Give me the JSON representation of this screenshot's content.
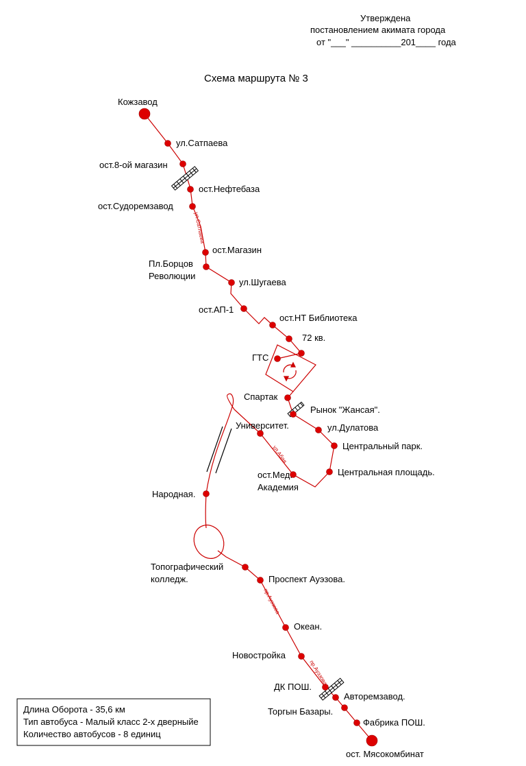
{
  "approval": {
    "line1": "Утверждена",
    "line2": "постановлением акимата города",
    "line3": "от  \"___\" __________201____ года"
  },
  "title": "Схема маршрута № 3",
  "colors": {
    "route": "#cc0000",
    "stop": "#dd0000",
    "rail": "#000000",
    "text": "#000000"
  },
  "stops": {
    "kozhzavod": "Кожзавод",
    "satpaeva": "ул.Сатпаева",
    "magazin8": "ост.8-ой магазин",
    "neftebaza": "ост.Нефтебаза",
    "sudoremzavod": "ост.Судоремзавод",
    "magazin": "ост.Магазин",
    "borcov1": "Пл.Борцов",
    "borcov2": "Революции",
    "shugaeva": "ул.Шугаева",
    "ap1": "ост.АП-1",
    "nt": "ост.НТ Библиотека",
    "kv72": "72 кв.",
    "gts": "ГТС",
    "spartak": "Спартак",
    "zhansaya": "Рынок \"Жансая\".",
    "universitet": "Университет.",
    "dulatova": "ул.Дулатова",
    "cpark": "Центральный парк.",
    "med1": "ост.Мед.",
    "med2": "Академия",
    "cploshad": "Центральная площадь.",
    "narodnaya": "Народная.",
    "topo1": "Топографический",
    "topo2": "колледж.",
    "auezova": "Проспект Ауэзова.",
    "okean": "Океан.",
    "novostroika": "Новостройка",
    "dkposh": "ДК ПОШ.",
    "avtoremzavod": "Авторемзавод.",
    "torgyn": "Торгын Базары.",
    "fabrika": "Фабрика ПОШ.",
    "myaso": "ост. Мясокомбинат"
  },
  "streets": {
    "satpaeva": "ул.Сатпаева",
    "abaya": "ул.Абая",
    "auezova1": "пр.Ауэзова",
    "auezova2": "пр.Ауэзова"
  },
  "info": {
    "line1": "Длина Оборота - 35,6 км",
    "line2": "Тип автобуса - Малый класс 2-х дверныйе",
    "line3": "Количество автобусов - 8 единиц"
  }
}
